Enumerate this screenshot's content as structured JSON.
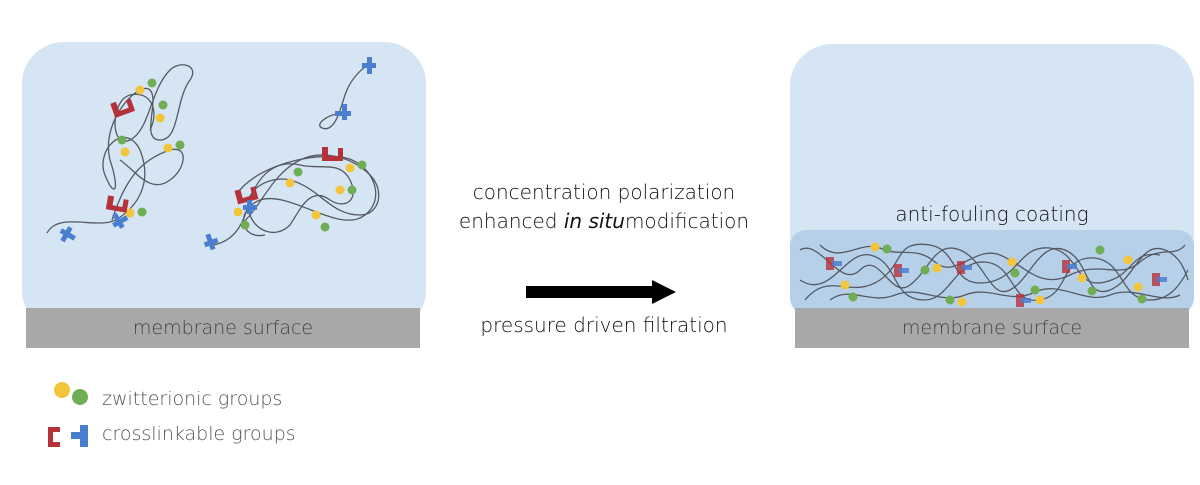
{
  "left_panel": {
    "surface_label": "membrane surface"
  },
  "right_panel": {
    "coating_label": "anti-fouling coating",
    "surface_label": "membrane surface"
  },
  "middle": {
    "line1": "concentration polarization",
    "line2_prefix": "enhanced ",
    "line2_italic": "in situ",
    "line2_suffix": "modification",
    "line3": "pressure driven filtration"
  },
  "legend": {
    "zwitterionic": "zwitterionic groups",
    "crosslinkable": "crosslinkable groups"
  },
  "colors": {
    "solution_bg": "#d6e5f3",
    "coating_bg": "#b7d0ea",
    "membrane": "#a8a8a8",
    "polymer_line": "#555a63",
    "zwitterion_yellow": "#f2c53a",
    "zwitterion_green": "#6fae55",
    "crosslinker_red": "#b5323a",
    "crosslinker_blue": "#4a7fd0",
    "arrow": "#000000"
  }
}
